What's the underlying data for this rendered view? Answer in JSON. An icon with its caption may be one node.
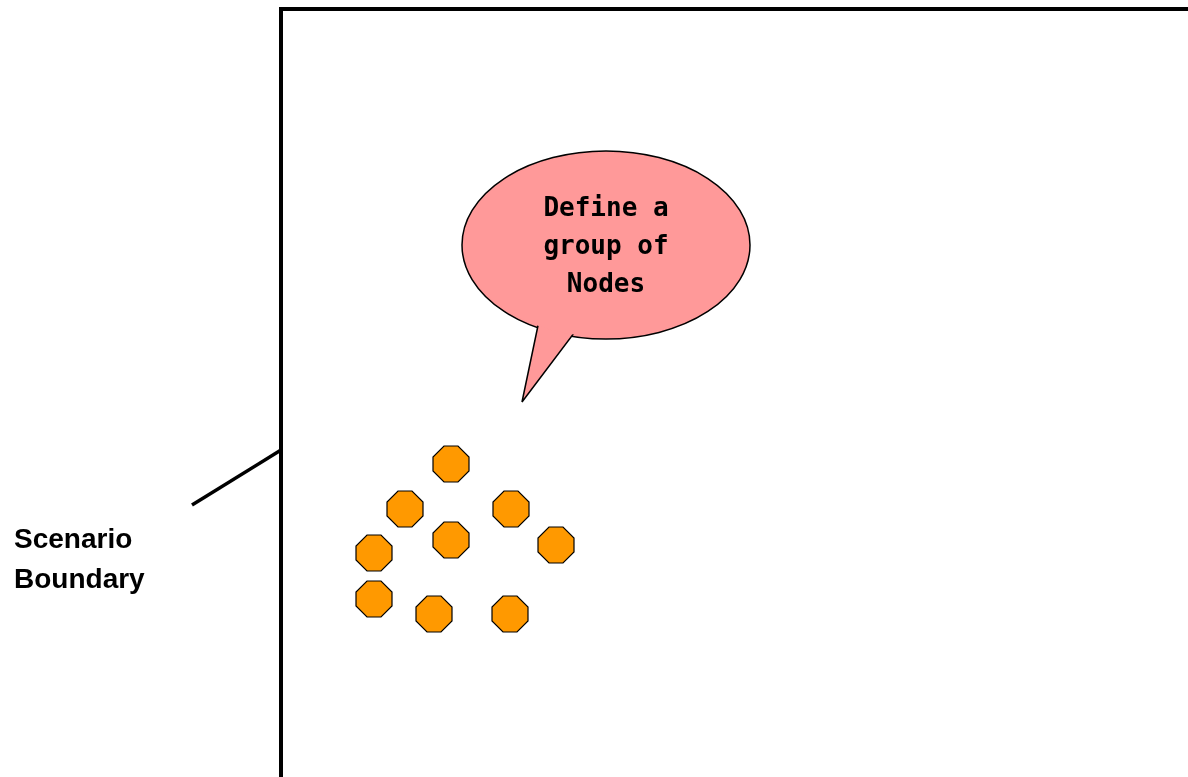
{
  "diagram": {
    "nodes": [
      {
        "text": [],
        "shape": "box"
      },
      {
        "text": [
          "Scenario Boundary"
        ]
      },
      {
        "text": [
          "Define a group of Nodes"
        ],
        "in": 0
      },
      {
        "text": [],
        "shape": "octagon",
        "in": 0
      },
      {
        "text": [],
        "shape": "octagon",
        "in": 0
      },
      {
        "text": [],
        "shape": "octagon",
        "in": 0
      },
      {
        "text": [],
        "shape": "octagon",
        "in": 0
      },
      {
        "text": [],
        "shape": "octagon",
        "in": 0
      },
      {
        "text": [],
        "shape": "octagon",
        "in": 0
      },
      {
        "text": [],
        "shape": "octagon",
        "in": 0
      },
      {
        "text": [],
        "shape": "octagon",
        "in": 0
      },
      {
        "text": [],
        "shape": "octagon",
        "in": 0
      }
    ],
    "edges": [
      {
        "from": 1,
        "to": 0,
        "arrow": "none"
      }
    ]
  }
}
